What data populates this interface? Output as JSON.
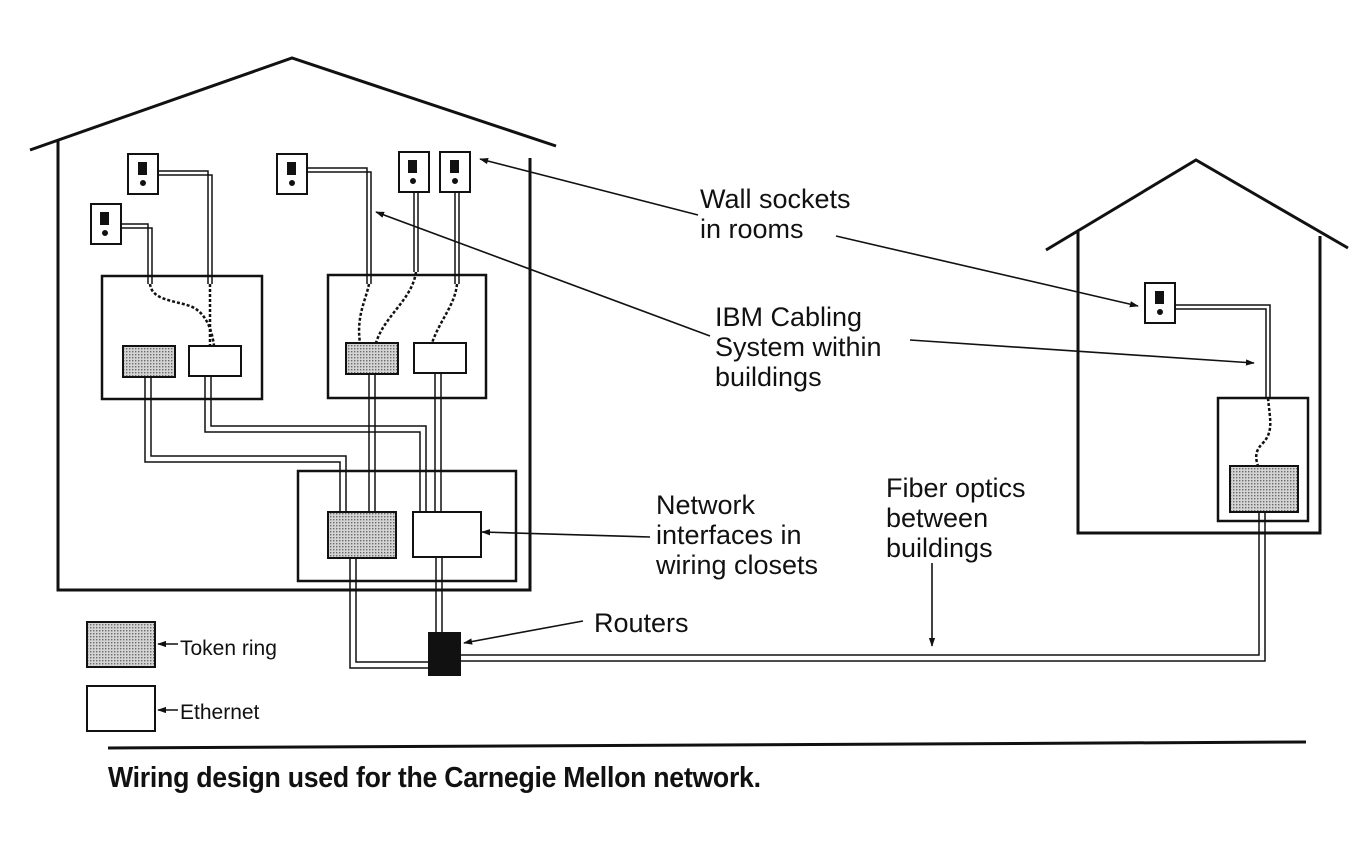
{
  "labels": {
    "wall_sockets": "Wall sockets\nin rooms",
    "ibm_cabling": "IBM Cabling\nSystem within\nbuildings",
    "network_interfaces": "Network\ninterfaces in\nwiring closets",
    "fiber_optics": "Fiber optics\nbetween\nbuildings",
    "routers": "Routers"
  },
  "legend": {
    "token_ring": "Token ring",
    "ethernet": "Ethernet"
  },
  "caption": "Wiring design used for the Carnegie Mellon network.",
  "colors": {
    "ink": "#111111",
    "token_ring_fill": "#bdbdbd",
    "background": "#ffffff"
  }
}
